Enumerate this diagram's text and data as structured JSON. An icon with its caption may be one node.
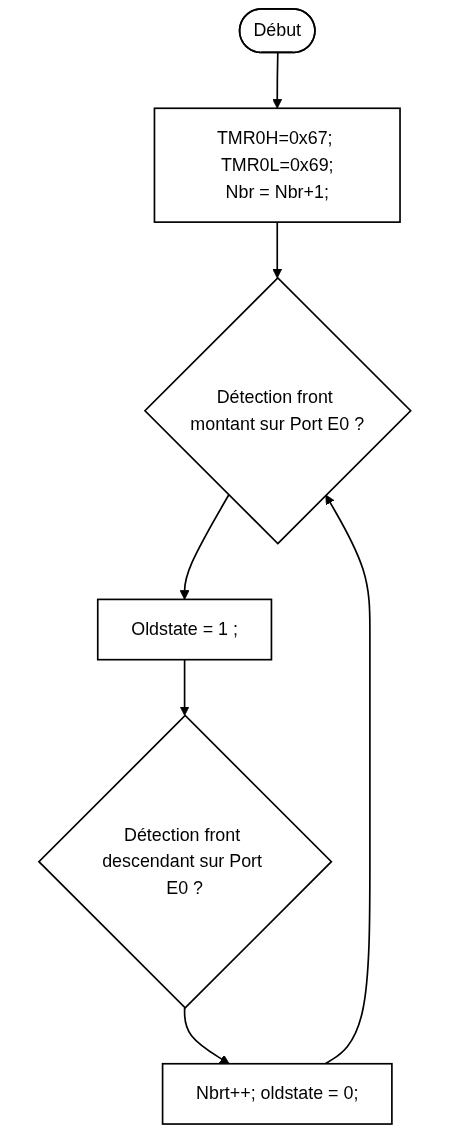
{
  "diagram": {
    "nodes": [
      {
        "text": [
          "Début"
        ]
      },
      {
        "text": [
          "TMR0H=0x67; TMR0L=0x69;",
          "Nbr = Nbr+1;"
        ]
      },
      {
        "text": [
          "Détection front montant sur Port E0 ?"
        ]
      },
      {
        "text": [
          "Oldstate = 1 ;"
        ]
      },
      {
        "text": [
          "Détection front descendant sur Port E0 ?"
        ]
      },
      {
        "text": [
          "Nbrt++; oldstate = 0;"
        ]
      }
    ],
    "edges": [
      {
        "from": 0,
        "to": 1,
        "arrow": "to"
      },
      {
        "from": 1,
        "to": 2,
        "arrow": "to"
      },
      {
        "from": 2,
        "to": 3,
        "arrow": "to"
      },
      {
        "from": 3,
        "to": 4,
        "arrow": "to"
      },
      {
        "from": 4,
        "to": 5,
        "arrow": "to"
      },
      {
        "from": 5,
        "to": 2,
        "arrow": "to"
      }
    ]
  }
}
